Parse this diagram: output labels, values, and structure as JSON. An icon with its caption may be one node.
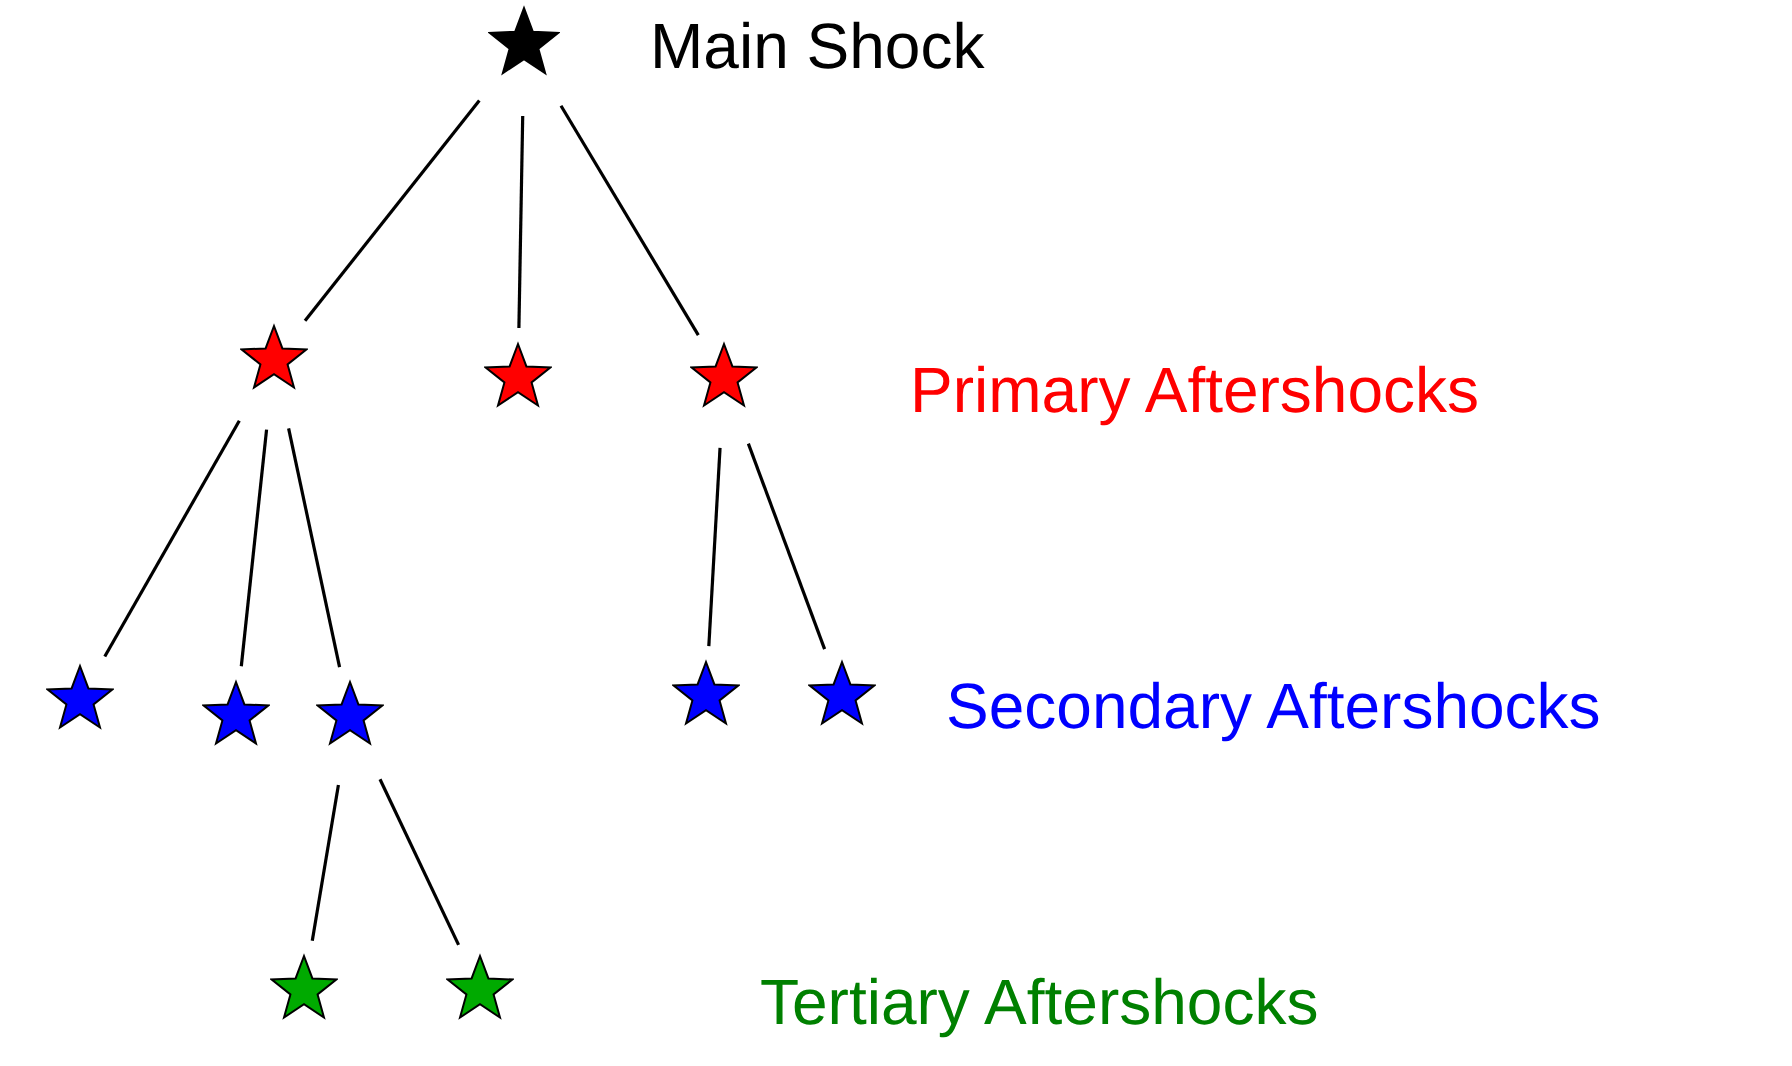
{
  "diagram": {
    "nodes": [
      {
        "text": [],
        "shape": "star",
        "beside": [
          "Main Shock"
        ]
      },
      {
        "text": [],
        "shape": "star"
      },
      {
        "text": [],
        "shape": "star"
      },
      {
        "text": [],
        "shape": "star"
      },
      {
        "text": [],
        "shape": "star"
      },
      {
        "text": [],
        "shape": "star"
      },
      {
        "text": [],
        "shape": "star"
      },
      {
        "text": [],
        "shape": "star"
      },
      {
        "text": [],
        "shape": "star"
      },
      {
        "text": [],
        "shape": "star"
      },
      {
        "text": [],
        "shape": "star"
      }
    ],
    "edges": [
      {
        "from": 0,
        "to": 1,
        "arrow": "none"
      },
      {
        "from": 0,
        "to": 2,
        "arrow": "none"
      },
      {
        "from": 0,
        "to": 3,
        "arrow": "none"
      },
      {
        "from": 1,
        "to": 4,
        "arrow": "none"
      },
      {
        "from": 1,
        "to": 5,
        "arrow": "none"
      },
      {
        "from": 1,
        "to": 6,
        "arrow": "none"
      },
      {
        "from": 3,
        "to": 7,
        "arrow": "none"
      },
      {
        "from": 3,
        "to": 8,
        "arrow": "none"
      },
      {
        "from": 6,
        "to": 9,
        "arrow": "none"
      },
      {
        "from": 6,
        "to": 10,
        "arrow": "none"
      }
    ],
    "labels": [
      "Primary Aftershocks",
      "Secondary Aftershocks",
      "Tertiary Aftershocks"
    ]
  }
}
